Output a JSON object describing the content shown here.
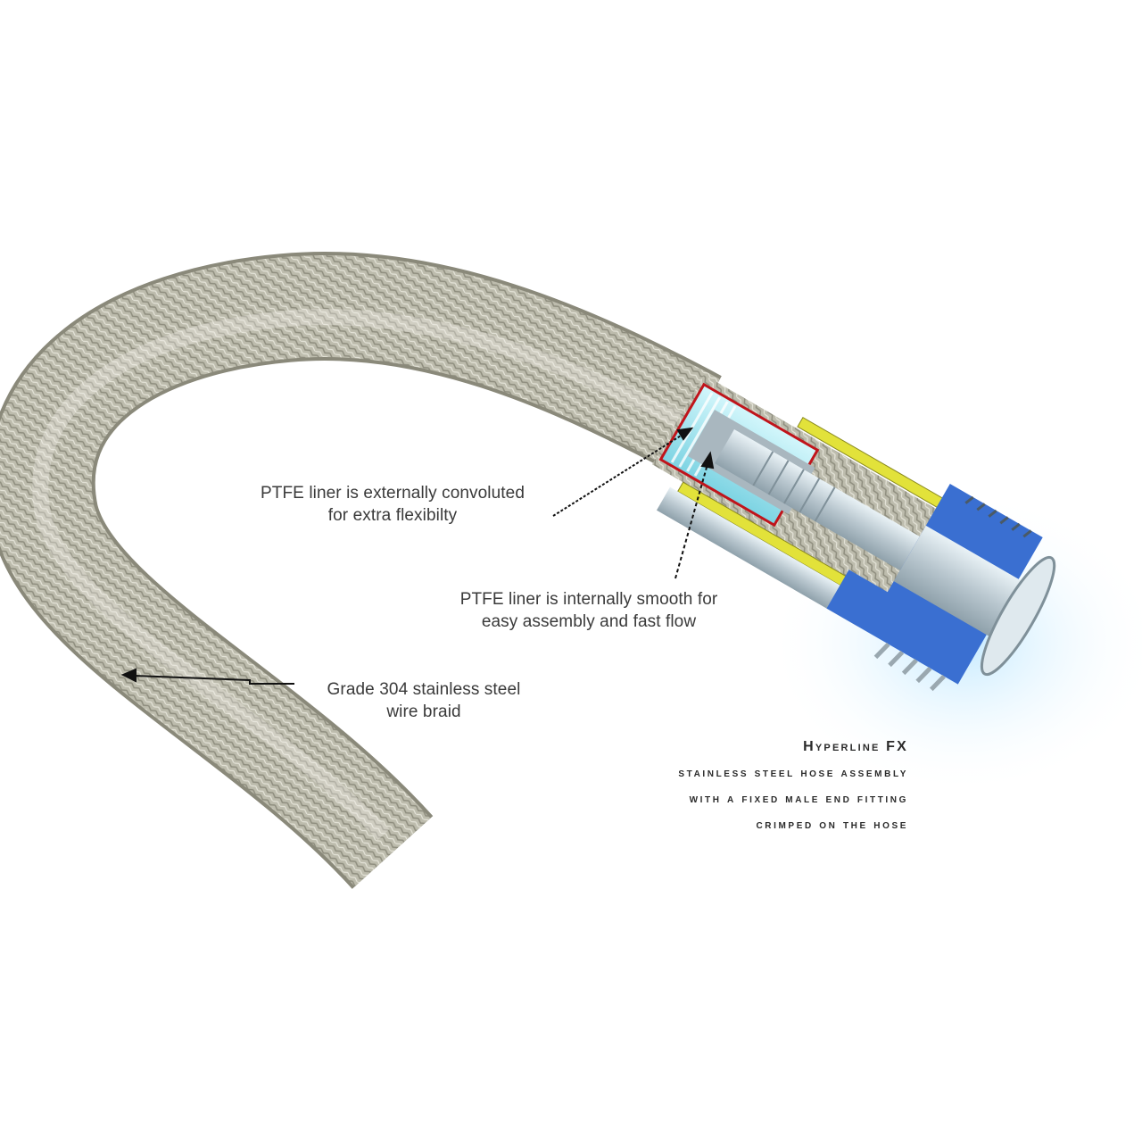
{
  "diagram": {
    "subject": "Stainless steel braided hose with crimped male end fitting (cutaway)",
    "colors": {
      "background": "#ffffff",
      "braid": "#b9b8a8",
      "braid_dark": "#8c8b7c",
      "liner_cyan": "#9fe3ee",
      "red_edge": "#c0141b",
      "fitting_blue": "#3a6fd1",
      "fitting_silver": "#c9d6dd",
      "ferrule_yellow": "#e2e23a",
      "glow": "#bfe8ff",
      "text": "#3a3a3a"
    },
    "callouts": [
      {
        "id": "external-convolution",
        "lines": [
          "PTFE liner is externally convoluted",
          "for extra flexibilty"
        ]
      },
      {
        "id": "internal-smooth",
        "lines": [
          "PTFE liner is internally smooth for",
          "easy assembly and fast flow"
        ]
      },
      {
        "id": "wire-braid",
        "lines": [
          "Grade 304 stainless steel",
          "wire braid"
        ]
      }
    ],
    "caption": {
      "title": "Hyperline FX",
      "lines": [
        "stainless steel hose assembly",
        "with a fixed male end fitting",
        "crimped on the hose"
      ]
    }
  }
}
